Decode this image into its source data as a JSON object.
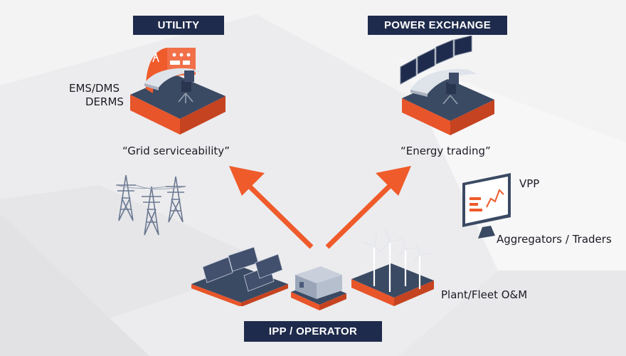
{
  "labels": {
    "utility": "UTILITY",
    "power_exchange": "POWER EXCHANGE",
    "ipp_operator": "IPP / OPERATOR",
    "ems_dms": "EMS/DMS",
    "derms": "DERMS",
    "grid_serviceability": "“Grid serviceability”",
    "energy_trading": "“Energy trading”",
    "vpp": "VPP",
    "aggregators_traders": "Aggregators / Traders",
    "plant_fleet": "Plant/Fleet O&M"
  },
  "colors": {
    "navy": "#1f2b4c",
    "orange": "#ef5b2b",
    "slate": "#3b4a63",
    "background": "#f2f2f3"
  },
  "icons": [
    "utility-control-room-icon",
    "power-exchange-trading-room-icon",
    "transmission-towers-icon",
    "vpp-monitor-icon",
    "solar-panels-icon",
    "battery-container-icon",
    "wind-turbines-icon",
    "arrow-to-utility-icon",
    "arrow-to-power-exchange-icon"
  ]
}
